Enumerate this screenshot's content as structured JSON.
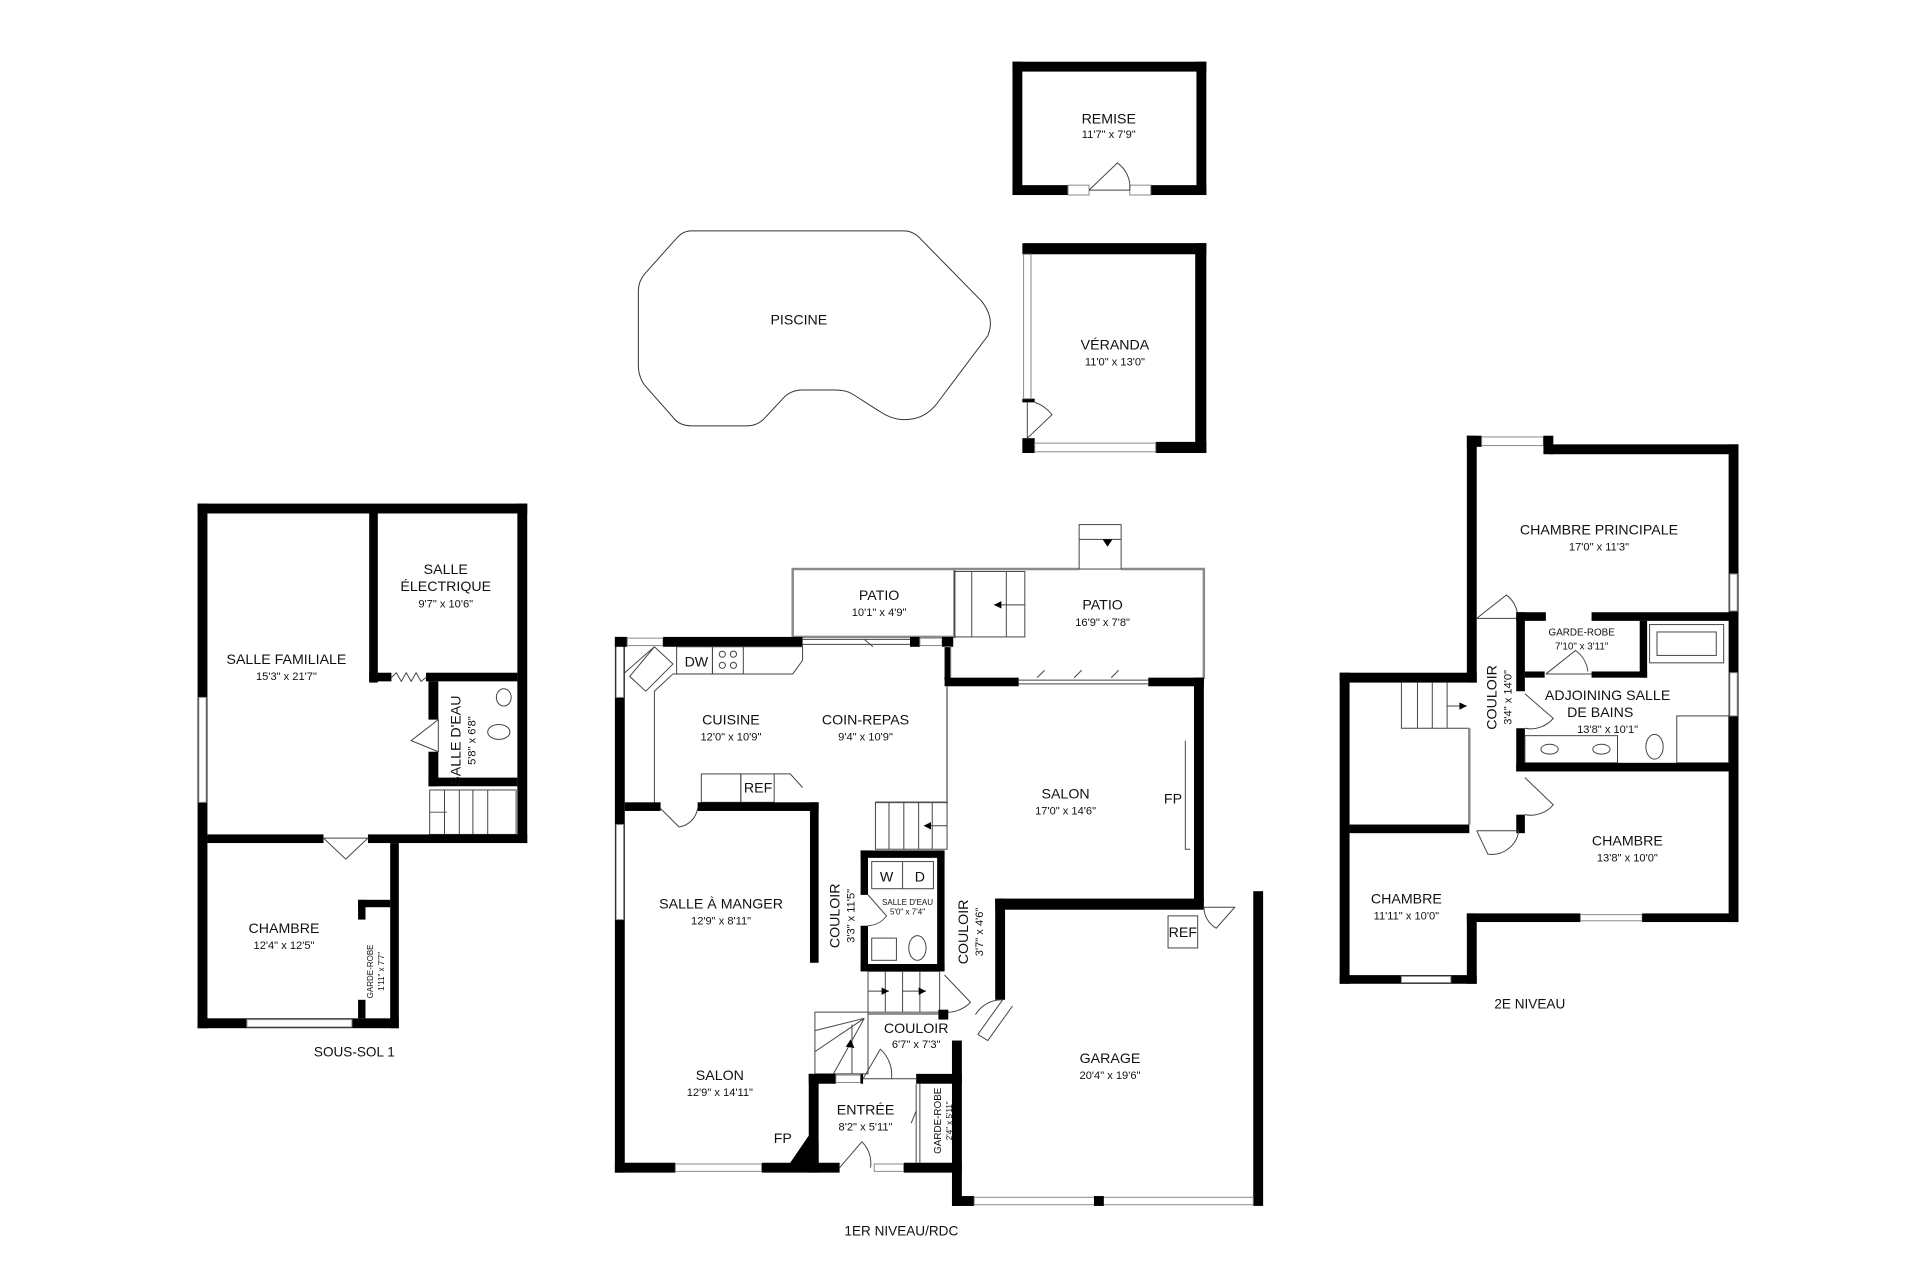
{
  "outbuildings": {
    "remise": {
      "name": "REMISE",
      "dims": "11'7\" x 7'9\""
    },
    "veranda": {
      "name": "VÉRANDA",
      "dims": "11'0\" x 13'0\""
    },
    "piscine": {
      "name": "PISCINE"
    }
  },
  "basement": {
    "label": "SOUS-SOL 1",
    "salle_familiale": {
      "name": "SALLE FAMILIALE",
      "dims": "15'3\" x 21'7\""
    },
    "salle_electrique": {
      "name1": "SALLE",
      "name2": "ÉLECTRIQUE",
      "dims": "9'7\" x 10'6\""
    },
    "salle_deau": {
      "name": "SALLE D'EAU",
      "dims": "5'8\" x 6'8\""
    },
    "chambre": {
      "name": "CHAMBRE",
      "dims": "12'4\" x 12'5\""
    },
    "garde_robe": {
      "name": "GARDE-ROBE",
      "dims": "1'11\" x 7'7\""
    }
  },
  "ground": {
    "label": "1ER NIVEAU/RDC",
    "patio_small": {
      "name": "PATIO",
      "dims": "10'1\" x 4'9\""
    },
    "patio_large": {
      "name": "PATIO",
      "dims": "16'9\" x 7'8\""
    },
    "cuisine": {
      "name": "CUISINE",
      "dims": "12'0\" x 10'9\""
    },
    "coin_repas": {
      "name": "COIN-REPAS",
      "dims": "9'4\" x 10'9\""
    },
    "salon_family": {
      "name": "SALON",
      "dims": "17'0\" x 14'6\""
    },
    "salle_a_manger": {
      "name": "SALLE À MANGER",
      "dims": "12'9\" x 8'11\""
    },
    "couloir_a": {
      "name": "COULOIR",
      "dims": "3'3\" x 11'5\""
    },
    "salle_deau": {
      "name": "SALLE D'EAU",
      "dims": "5'0\" x 7'4\""
    },
    "couloir_b": {
      "name": "COULOIR",
      "dims": "3'7\" x 4'6\""
    },
    "couloir_c": {
      "name": "COULOIR",
      "dims": "6'7\" x 7'3\""
    },
    "garage": {
      "name": "GARAGE",
      "dims": "20'4\" x 19'6\""
    },
    "salon": {
      "name": "SALON",
      "dims": "12'9\" x 14'11\""
    },
    "entree": {
      "name": "ENTRÉE",
      "dims": "8'2\" x 5'11\""
    },
    "garde_robe": {
      "name": "GARDE-ROBE",
      "dims": "2'4\" x 5'11\""
    },
    "fixtures": {
      "dw": "DW",
      "ref_kitchen": "REF",
      "ref_garage": "REF",
      "fp_salon": "FP",
      "fp_salon2": "FP",
      "washer": "W",
      "dryer": "D"
    }
  },
  "upper": {
    "label": "2E NIVEAU",
    "chambre_principale": {
      "name": "CHAMBRE PRINCIPALE",
      "dims": "17'0\" x 11'3\""
    },
    "garde_robe": {
      "name": "GARDE-ROBE",
      "dims": "7'10\" x 3'11\""
    },
    "couloir": {
      "name": "COULOIR",
      "dims": "3'4\" x 14'0\""
    },
    "salle_bains": {
      "name1": "ADJOINING SALLE",
      "name2": "DE BAINS",
      "dims": "13'8\" x 10'1\""
    },
    "chambre_a": {
      "name": "CHAMBRE",
      "dims": "13'8\" x 10'0\""
    },
    "chambre_b": {
      "name": "CHAMBRE",
      "dims": "11'11\" x 10'0\""
    }
  }
}
